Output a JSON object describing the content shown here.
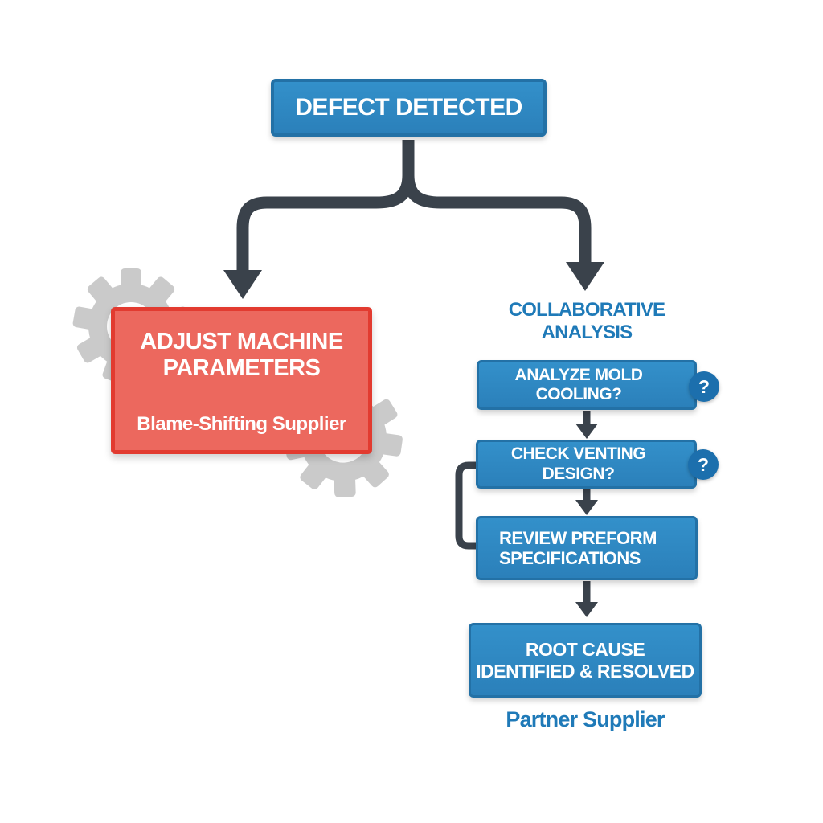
{
  "colors": {
    "box_blue": "#2f87c2",
    "box_blue_border": "#2371a6",
    "heading_blue": "#1f7ab8",
    "question_circle_blue": "#1c6fad",
    "red_box_fill": "#ec685e",
    "red_box_border": "#e23b30",
    "connector_dark": "#3a424b",
    "gear_gray": "#cacaca",
    "text_white": "#ffffff",
    "background": "#ffffff"
  },
  "flowchart": {
    "start": {
      "label": "DEFECT DETECTED"
    },
    "left_branch": {
      "title_line1": "ADJUST MACHINE",
      "title_line2": "PARAMETERS",
      "subtitle": "Blame-Shifting Supplier",
      "icons": [
        "gear-icon",
        "gear-icon"
      ]
    },
    "right_branch": {
      "heading": "COLLABORATIVE ANALYSIS",
      "question_mark": "?",
      "steps": [
        {
          "label": "ANALYZE MOLD COOLING?",
          "has_question_icon": true
        },
        {
          "label": "CHECK VENTING DESIGN?",
          "has_question_icon": true
        },
        {
          "line1": "REVIEW PREFORM",
          "line2": "SPECIFICATIONS"
        },
        {
          "line1": "ROOT CAUSE",
          "line2": "IDENTIFIED & RESOLVED"
        }
      ],
      "footer_label": "Partner Supplier"
    }
  }
}
